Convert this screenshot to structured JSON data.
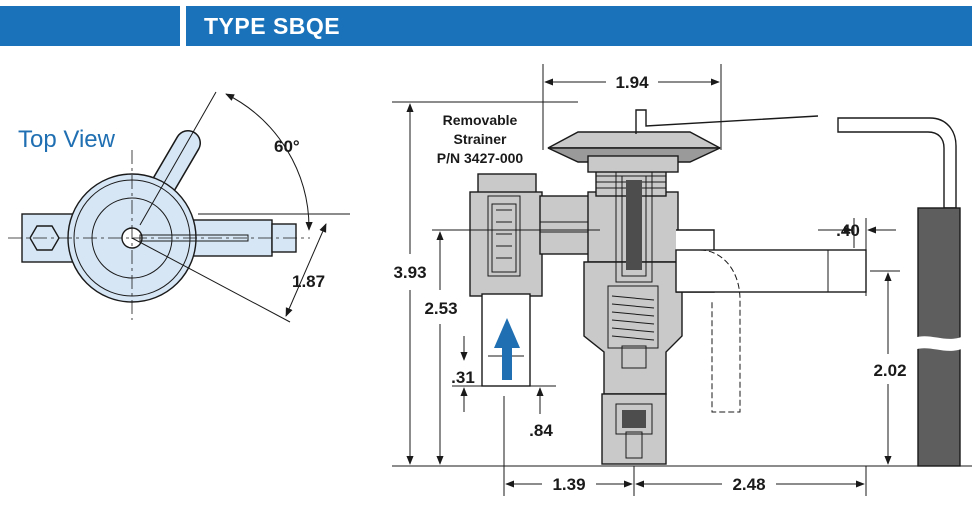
{
  "header": {
    "title": "TYPE SBQE"
  },
  "top_view": {
    "label": "Top View",
    "angle": "60°",
    "dim_1_87": "1.87"
  },
  "strainer": {
    "line1": "Removable",
    "line2": "Strainer",
    "line3": "P/N 3427-000"
  },
  "dimensions": {
    "d_1_94": "1.94",
    "d_3_93": "3.93",
    "d_2_53": "2.53",
    "d_31": ".31",
    "d_84": ".84",
    "d_40": ".40",
    "d_2_02": "2.02",
    "d_1_39": "1.39",
    "d_2_48": "2.48"
  },
  "colors": {
    "header": "#1a73ba",
    "body_fill": "#c9c9c9",
    "top_view_fill": "#d6e6f5",
    "arrow": "#1f6fb2",
    "bulb": "#5e5e5e"
  }
}
